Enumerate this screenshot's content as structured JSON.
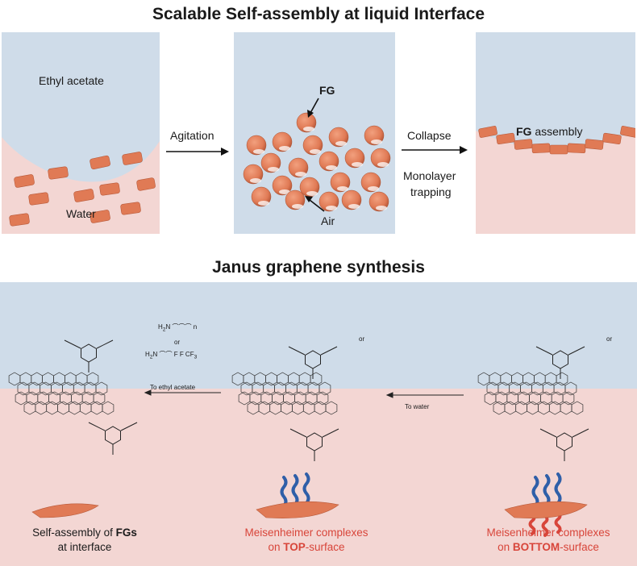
{
  "top": {
    "title": "Scalable Self-assembly at liquid Interface",
    "ethyl_acetate": "Ethyl acetate",
    "water": "Water",
    "agitation": "Agitation",
    "fg_label": "FG",
    "air_label": "Air",
    "collapse": "Collapse",
    "monolayer": "Monolayer",
    "trapping": "trapping",
    "fg_bold": "FG",
    "assembly_text": " assembly"
  },
  "bottom": {
    "title": "Janus graphene synthesis",
    "reagent_or": "or",
    "to_ethyl": "To ethyl acetate",
    "to_water": "To water",
    "cap1_pre": "Self-assembly of ",
    "cap1_bold": "FGs",
    "cap1_line2": "at interface",
    "cap2_line1": "Meisenheimer complexes",
    "cap2_pre": "on ",
    "cap2_bold": "TOP",
    "cap2_post": "-surface",
    "cap3_line1": "Meisenheimer complexes",
    "cap3_pre": "on ",
    "cap3_bold": "BOTTOM",
    "cap3_post": "-surface"
  },
  "colors": {
    "organic_phase": "#cfdce9",
    "aqueous_phase": "#f3d6d3",
    "flake": "#e07a55",
    "blue_chain": "#2f5fa8",
    "red_chain": "#d8453a"
  }
}
